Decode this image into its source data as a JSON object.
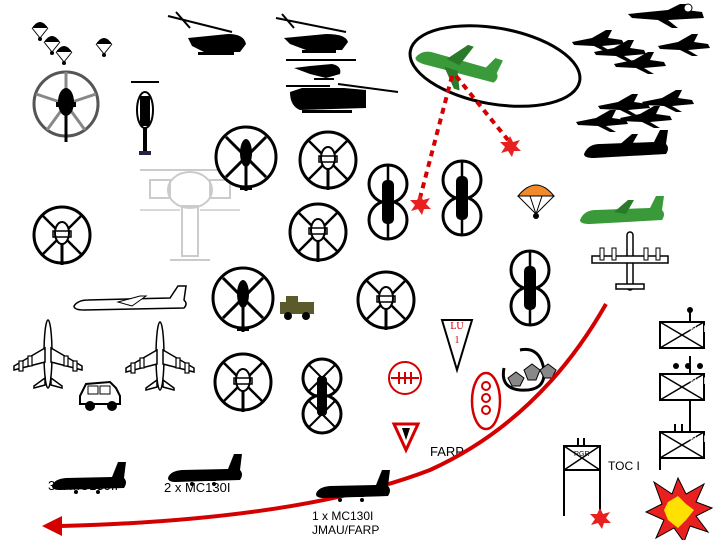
{
  "labels": {
    "mc130ii": "3 x MC130II",
    "mc130i": "2 x MC130I",
    "mc130i_jmau_line1": "1 x MC130I",
    "mc130i_jmau_line2": "JMAU/FARP",
    "farp": "FARP",
    "toc": "TOC I",
    "lu_line1": "LU",
    "lu_line2": "1",
    "rgr_1": "RGR",
    "rgr_2": "RGR",
    "rgr_3": "RGR",
    "rgr_toc": "RGR"
  },
  "colors": {
    "ink": "#000000",
    "route_red": "#d40000",
    "green_aircraft": "#3a9a3a",
    "orange_chute": "#f08a2a",
    "blast_red": "#e82020",
    "blast_yellow": "#ffe000"
  },
  "icons": [
    "parachute-icon",
    "helicopter-icon",
    "fighter-jet-icon",
    "transport-plane-icon",
    "jeep-icon",
    "explosion-icon",
    "rgr-unit-icon",
    "farp-icon",
    "flag-icon"
  ]
}
